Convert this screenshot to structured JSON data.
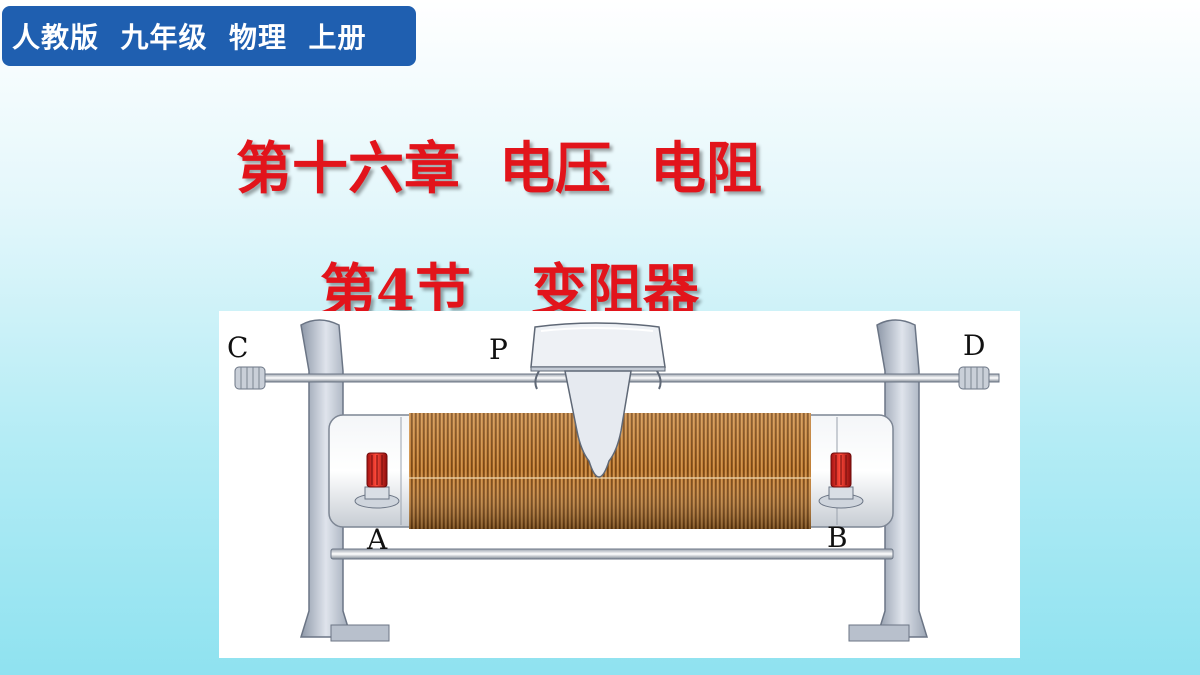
{
  "header": {
    "badge_text": "人教版  九年级  物理  上册"
  },
  "title": {
    "chapter": "第十六章  电压  电阻",
    "section_number": "第4节",
    "section_name": "变阻器"
  },
  "figure": {
    "labels": {
      "c": "C",
      "d": "D",
      "p": "P",
      "a": "A",
      "b": "B"
    }
  },
  "colors": {
    "badge_bg": "#1f5fb0",
    "title_red": "#e2141b",
    "coil": "#b8742a"
  }
}
